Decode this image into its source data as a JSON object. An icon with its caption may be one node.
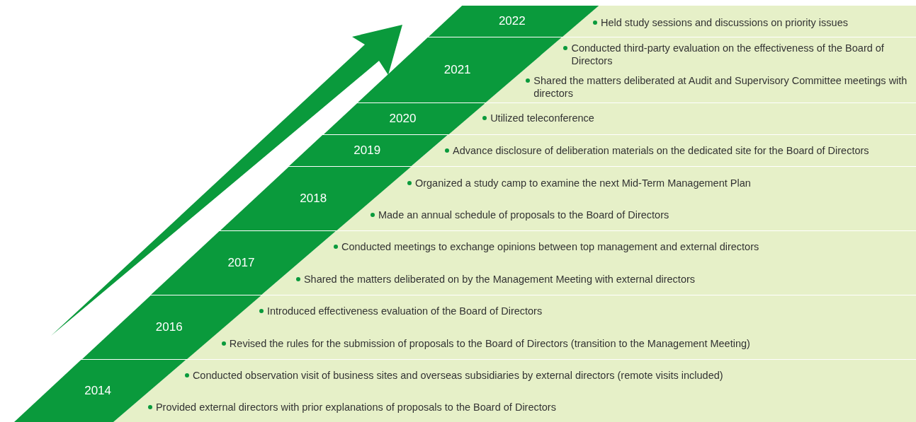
{
  "diagram": {
    "nodes": [
      {
        "text": [
          "2022"
        ],
        "beside": [
          "Held study sessions and discussions on priority issues"
        ]
      },
      {
        "text": [
          "2021"
        ],
        "beside": [
          "Conducted third-party evaluation on the effectiveness of the Board of Directors",
          "Shared the matters deliberated at Audit and Supervisory Committee meetings with directors"
        ]
      },
      {
        "text": [
          "2020"
        ],
        "beside": [
          "Utilized teleconference"
        ]
      },
      {
        "text": [
          "2019"
        ],
        "beside": [
          "Advance disclosure of deliberation materials on the dedicated site for the Board of Directors"
        ]
      },
      {
        "text": [
          "2018"
        ],
        "beside": [
          "Organized a study camp to examine the next Mid-Term Management Plan",
          "Made an annual schedule of proposals to the Board of Directors"
        ]
      },
      {
        "text": [
          "2017"
        ],
        "beside": [
          "Conducted meetings to exchange opinions between top management and external directors",
          "Shared the matters deliberated on by the Management Meeting with external directors"
        ]
      },
      {
        "text": [
          "2016"
        ],
        "beside": [
          "Introduced effectiveness evaluation of the Board of Directors",
          "Revised the rules for the submission of proposals to the Board of Directors (transition to the Management Meeting)"
        ]
      },
      {
        "text": [
          "2014"
        ],
        "beside": [
          "Conducted observation visit of business sites and overseas subsidiaries by external directors (remote visits included)",
          "Provided external directors with prior explanations of proposals to the Board of Directors"
        ]
      }
    ]
  }
}
